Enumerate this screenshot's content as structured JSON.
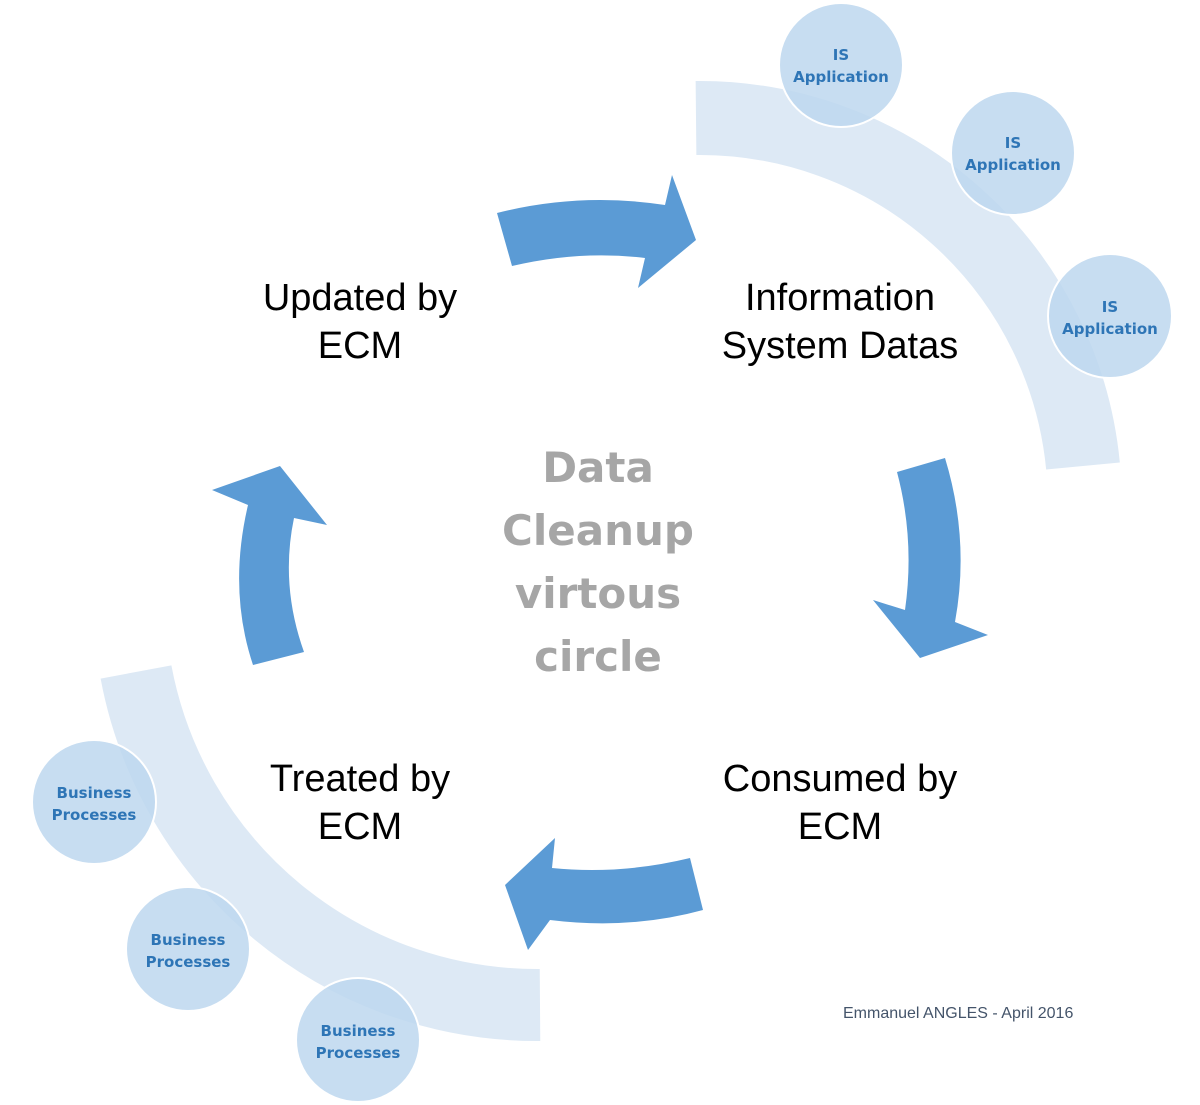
{
  "center": {
    "lines": [
      "Data",
      "Cleanup",
      "virtous",
      "circle"
    ]
  },
  "steps": {
    "updated": [
      "Updated by",
      "ECM"
    ],
    "information": [
      "Information",
      "System Datas"
    ],
    "consumed": [
      "Consumed by",
      "ECM"
    ],
    "treated": [
      "Treated by",
      "ECM"
    ]
  },
  "is_apps": [
    [
      "IS",
      "Application"
    ],
    [
      "IS",
      "Application"
    ],
    [
      "IS",
      "Application"
    ]
  ],
  "business": [
    [
      "Business",
      "Processes"
    ],
    [
      "Business",
      "Processes"
    ],
    [
      "Business",
      "Processes"
    ]
  ],
  "credit": "Emmanuel ANGLES - April 2016",
  "colors": {
    "arrow": "#5b9bd5",
    "arc": "#dde9f5",
    "bubble": "#bdd7ee",
    "bubble_text": "#2e75b6",
    "center_text": "#a6a6a6"
  }
}
